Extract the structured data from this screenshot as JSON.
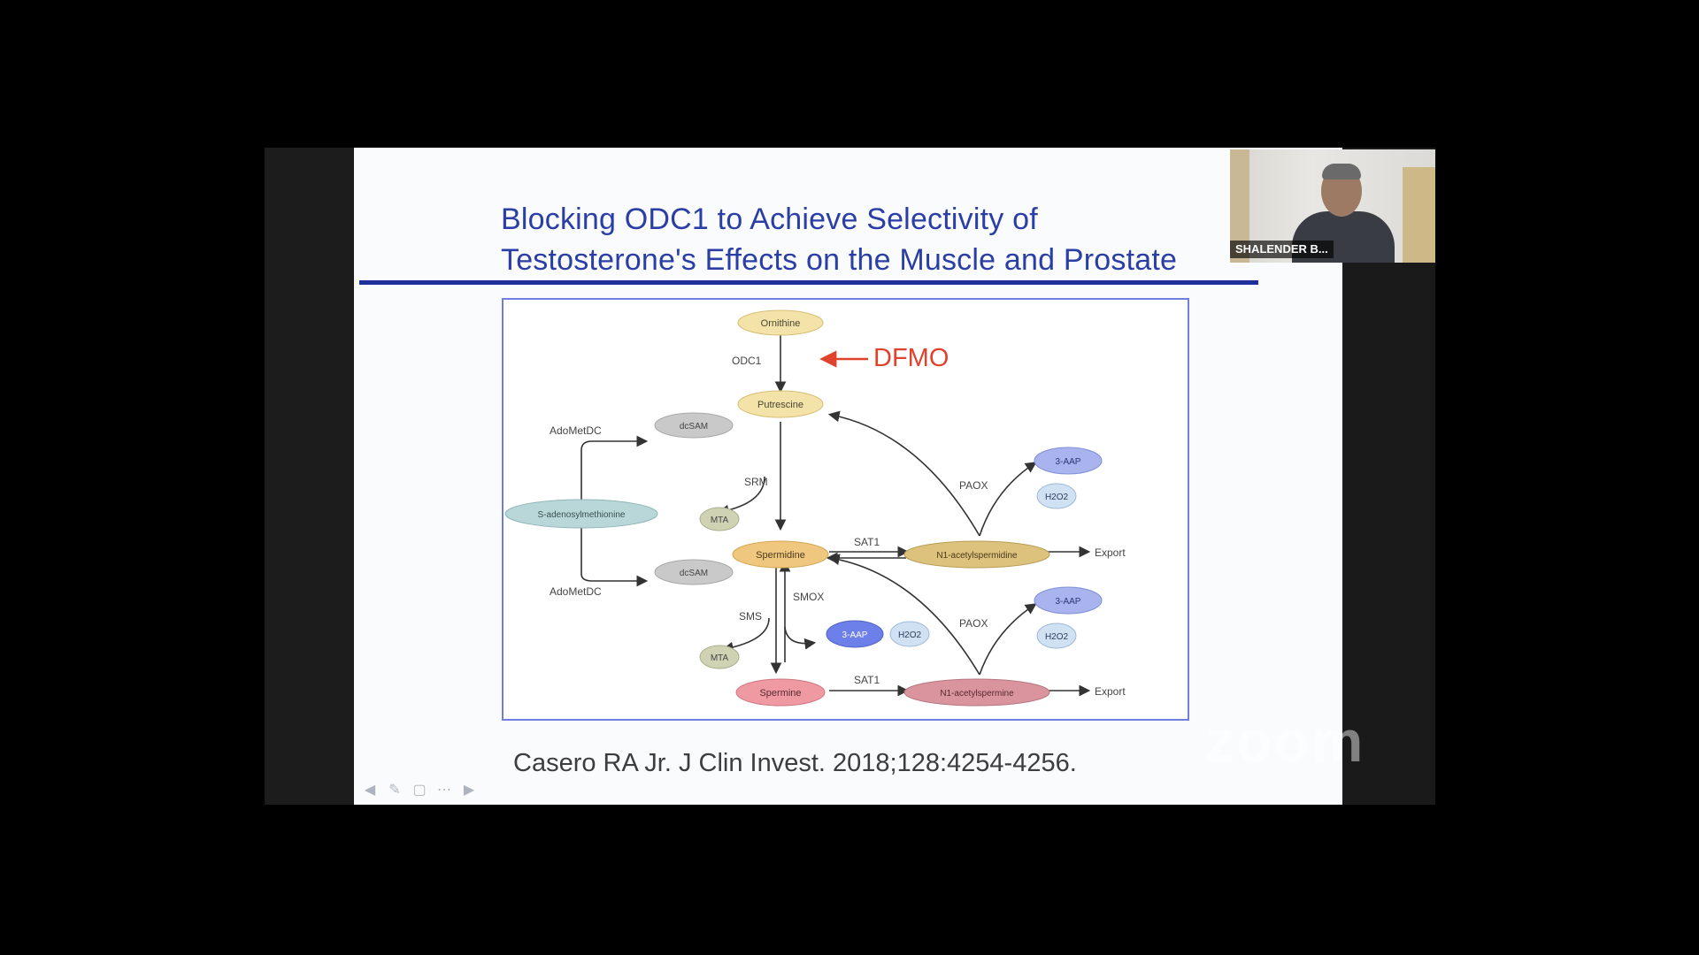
{
  "slide": {
    "title_line1": "Blocking ODC1 to Achieve Selectivity of",
    "title_line2": "Testosterone's Effects on the Muscle and Prostate",
    "citation": "Casero RA Jr. J Clin Invest. 2018;128:4254-4256."
  },
  "diagram": {
    "nodes": {
      "ornithine": "Ornithine",
      "putrescine": "Putrescine",
      "dcsam1": "dcSAM",
      "dcsam2": "dcSAM",
      "sam": "S-adenosylmethionine",
      "mta1": "MTA",
      "mta2": "MTA",
      "spermidine": "Spermidine",
      "spermine": "Spermine",
      "n1_acetylspermidine": "N1-acetylspermidine",
      "n1_acetylspermine": "N1-acetylspermine",
      "aap1": "3-AAP",
      "aap2": "3-AAP",
      "aap3": "3-AAP",
      "h2o2_1": "H2O2",
      "h2o2_2": "H2O2",
      "h2o2_3": "H2O2"
    },
    "labels": {
      "inhibitor": "DFMO",
      "odc1": "ODC1",
      "adometdc1": "AdoMetDC",
      "adometdc2": "AdoMetDC",
      "srm": "SRM",
      "sms": "SMS",
      "smox": "SMOX",
      "paox1": "PAOX",
      "paox2": "PAOX",
      "sat1_1": "SAT1",
      "sat1_2": "SAT1",
      "export1": "Export",
      "export2": "Export"
    }
  },
  "speaker": {
    "name": "SHALENDER B..."
  },
  "watermark": "zoom",
  "nav": {
    "prev_icon": "arrow-left-icon",
    "pen_icon": "pen-icon",
    "slides_icon": "slides-grid-icon",
    "more_icon": "more-icon",
    "next_icon": "arrow-right-icon"
  },
  "colors": {
    "title": "#2a3ea6",
    "inhibitor": "#e0422d",
    "frame": "#6e7fe0"
  }
}
